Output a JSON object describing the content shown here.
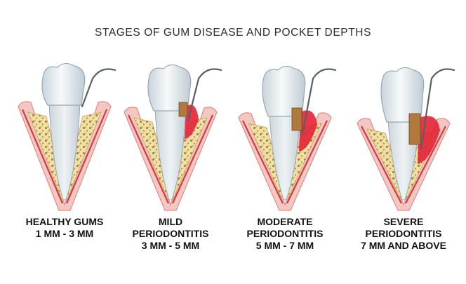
{
  "title": "STAGES OF GUM DISEASE AND POCKET DEPTHS",
  "colors": {
    "gum_pink": "#f3c7c2",
    "gum_inflamed": "#e5263a",
    "bone": "#efe0a6",
    "enamel": "#e9eef2",
    "root": "#dfe6ea",
    "plaque": "#b07a3c",
    "probe": "#5a5f66"
  },
  "stages": [
    {
      "lines": [
        "HEALTHY GUMS",
        "1 MM - 3 MM"
      ],
      "severity": 0
    },
    {
      "lines": [
        "MILD",
        "PERIODONTITIS",
        "3 MM - 5 MM"
      ],
      "severity": 1
    },
    {
      "lines": [
        "MODERATE",
        "PERIODONTITIS",
        "5 MM - 7 MM"
      ],
      "severity": 2
    },
    {
      "lines": [
        "SEVERE",
        "PERIODONTITIS",
        "7 MM AND ABOVE"
      ],
      "severity": 3
    }
  ]
}
